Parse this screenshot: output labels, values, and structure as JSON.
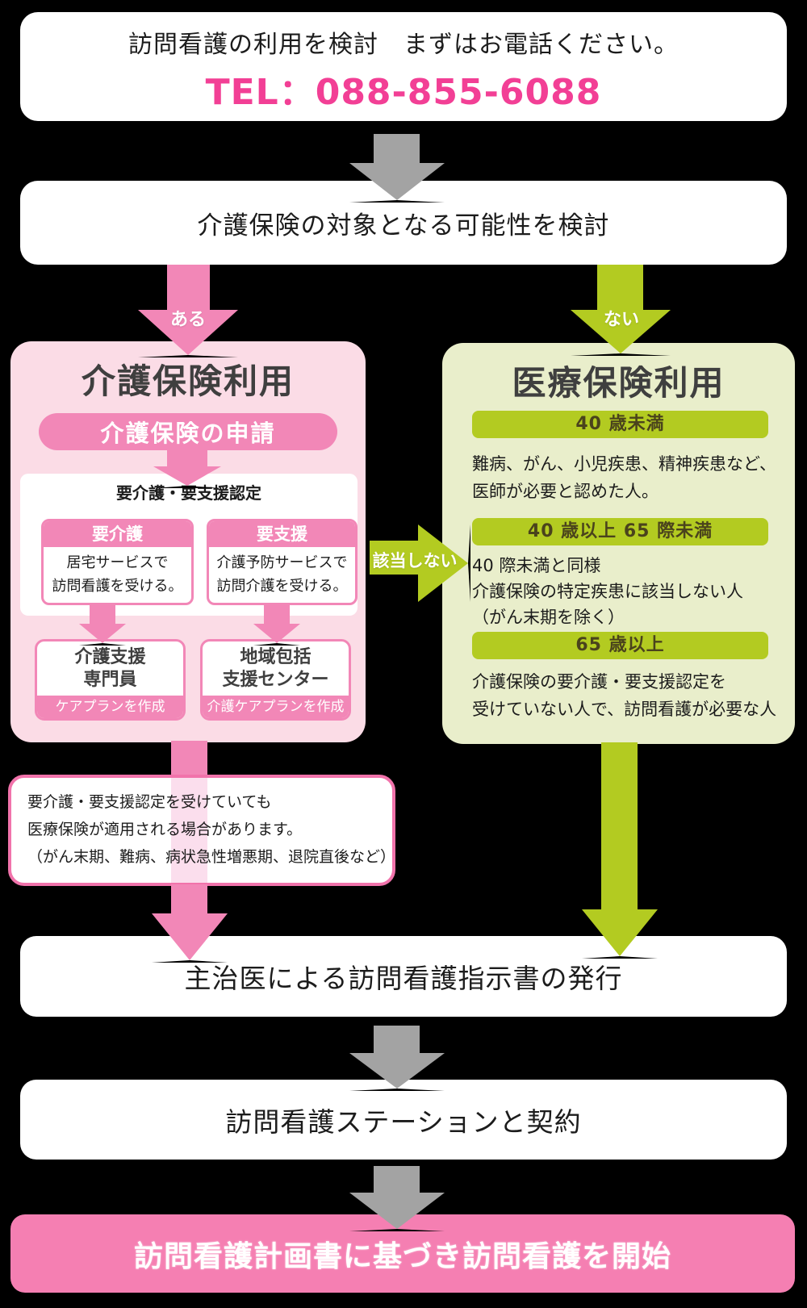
{
  "intro": {
    "line1": "訪問看護の利用を検討　まずはお電話ください。",
    "tel": "TEL：088-855-6088"
  },
  "steps": {
    "consider": "介護保険の対象となる可能性を検討",
    "shiji": "主治医による訪問看護指示書の発行",
    "keiyaku": "訪問看護ステーションと契約",
    "start": "訪問看護計画書に基づき訪問看護を開始"
  },
  "branch": {
    "yes": "ある",
    "no": "ない",
    "not_applicable": "該当しない"
  },
  "kaigo": {
    "title": "介護保険利用",
    "apply": "介護保険の申請",
    "heading": "要介護・要支援認定",
    "columns": [
      {
        "header": "要介護",
        "body": "居宅サービスで\n訪問看護を受ける。",
        "result_title": "介護支援\n専門員",
        "result_footer": "ケアプランを作成"
      },
      {
        "header": "要支援",
        "body": "介護予防サービスで\n訪問介護を受ける。",
        "result_title": "地域包括\n支援センター",
        "result_footer": "介護ケアプランを作成"
      }
    ]
  },
  "iryo": {
    "title": "医療保険利用",
    "sections": [
      {
        "band": "40 歳未満",
        "body": "難病、がん、小児疾患、精神疾患など、\n医師が必要と認めた人。"
      },
      {
        "band": "40 歳以上 65 際未満",
        "body": "40 際未満と同様\n介護保険の特定疾患に該当しない人\n（がん末期を除く）"
      },
      {
        "band": "65 歳以上",
        "body": "介護保険の要介護・要支援認定を\n受けていない人で、訪問看護が必要な人"
      }
    ]
  },
  "note": {
    "text": "要介護・要支援認定を受けていても\n医療保険が適用される場合があります。\n（がん末期、難病、病状急性増悪期、退院直後など）"
  },
  "colors": {
    "background": "#000000",
    "pink": "#f287b7",
    "pink_panel": "#fbdce6",
    "pink_border": "#f173ab",
    "pink_strong": "#f57fb2",
    "tel_pink": "#f23f95",
    "green": "#b3cb21",
    "green_panel": "#e9eecb",
    "gray_arrow": "#a3a3a3",
    "title_text": "#3f3f3f",
    "band_text": "#4a431c"
  }
}
